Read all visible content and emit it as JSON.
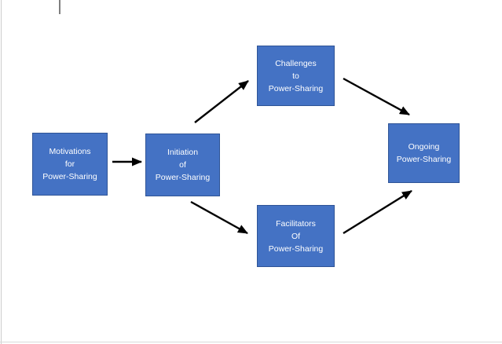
{
  "page": {
    "background_color": "#ffffff",
    "edge_color": "#d0d0d0",
    "cursor_mark_color": "#7f7f7f"
  },
  "diagram": {
    "node_fill_color": "#4472c4",
    "node_border_color": "#2f5496",
    "node_text_color": "#ffffff",
    "arrow_color": "#000000",
    "nodes": [
      {
        "id": "motivations",
        "label": "Motivations\nfor\nPower-Sharing"
      },
      {
        "id": "initiation",
        "label": "Initiation\nof\nPower-Sharing"
      },
      {
        "id": "challenges",
        "label": "Challenges\nto\nPower-Sharing"
      },
      {
        "id": "facilitators",
        "label": "Facilitators\nOf\nPower-Sharing"
      },
      {
        "id": "ongoing",
        "label": "Ongoing\nPower-Sharing"
      }
    ],
    "edges": [
      {
        "from": "motivations",
        "to": "initiation"
      },
      {
        "from": "initiation",
        "to": "challenges"
      },
      {
        "from": "initiation",
        "to": "facilitators"
      },
      {
        "from": "challenges",
        "to": "ongoing"
      },
      {
        "from": "facilitators",
        "to": "ongoing"
      }
    ]
  }
}
